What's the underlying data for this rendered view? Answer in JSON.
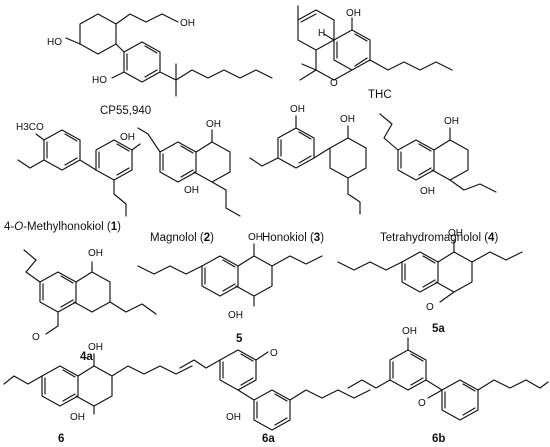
{
  "atom_labels": {
    "hydroxyl": "OH",
    "hydroxyl_left": "HO",
    "hydrogen": "H",
    "ring_oxygen": "O",
    "methoxy_left": "H3CO",
    "methoxy_bond": "O"
  },
  "compounds": {
    "cp55940": {
      "caption": "CP55,940"
    },
    "thc": {
      "caption": "THC"
    },
    "c1": {
      "prefix": "4-",
      "italic": "O",
      "name": "-Methylhonokiol (",
      "number": "1",
      "suffix": ")"
    },
    "c2": {
      "name": "Magnolol (",
      "number": "2",
      "suffix": ")"
    },
    "c3": {
      "name": "Honokiol (",
      "number": "3",
      "suffix": ")"
    },
    "c4": {
      "name": "Tetrahydromagnolol (",
      "number": "4",
      "suffix": ")"
    },
    "c4a": {
      "number": "4a"
    },
    "c5": {
      "number": "5"
    },
    "c5a": {
      "number": "5a"
    },
    "c6": {
      "number": "6"
    },
    "c6a": {
      "number": "6a"
    },
    "c6b": {
      "number": "6b"
    }
  }
}
